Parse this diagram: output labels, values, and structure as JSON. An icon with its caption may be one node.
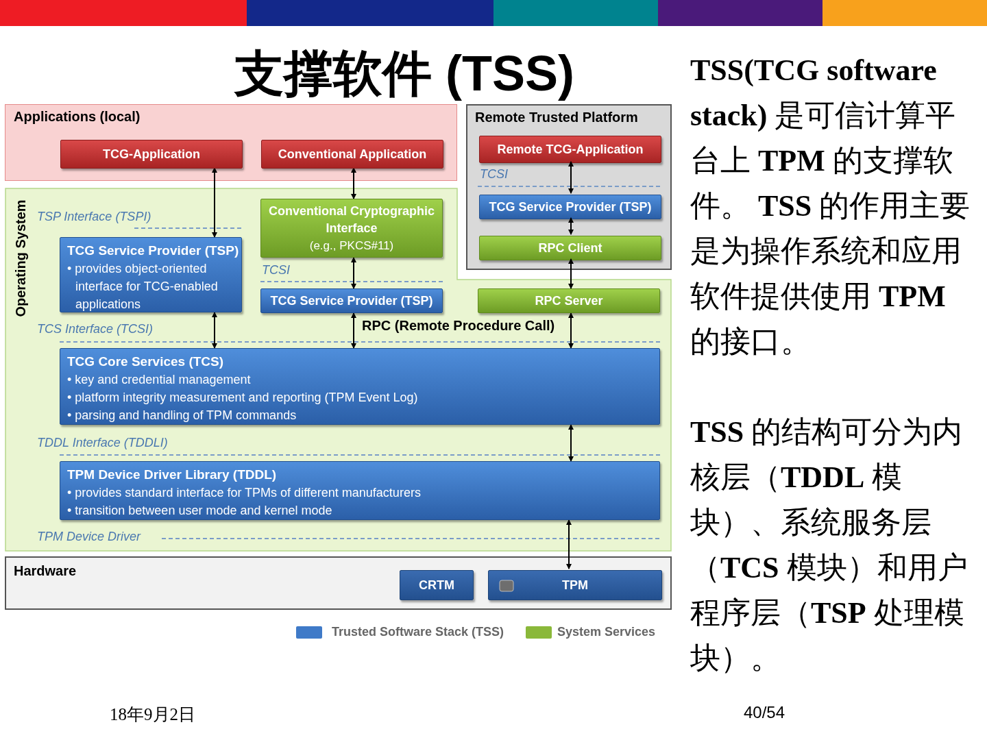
{
  "diagram": {
    "title": "支撑软件 (TSS)",
    "nodes": [
      {
        "text": [
          "Applications (local)"
        ]
      },
      {
        "text": [
          "TCG-Application"
        ],
        "in": 0
      },
      {
        "text": [
          "Conventional Application"
        ],
        "in": 0
      },
      {
        "text": [
          "Remote Trusted Platform"
        ]
      },
      {
        "text": [
          "Remote TCG-Application"
        ],
        "in": 3
      },
      {
        "text": [
          "TCG Service Provider (TSP)"
        ],
        "in": 3
      },
      {
        "text": [
          "RPC Client"
        ],
        "in": 3
      },
      {
        "text": [
          "Operating System"
        ]
      },
      {
        "text": [
          "TCG Service Provider (TSP)",
          "• provides object-oriented interface for TCG-enabled applications"
        ],
        "in": 7
      },
      {
        "text": [
          "Conventional Cryptographic Interface",
          "(e.g., PKCS#11)"
        ],
        "in": 7
      },
      {
        "text": [
          "TCG Service Provider (TSP)"
        ],
        "in": 7
      },
      {
        "text": [
          "RPC Server"
        ],
        "in": 7
      },
      {
        "text": [
          "TCG Core Services (TCS)",
          "• key and credential management",
          "• platform integrity measurement and reporting (TPM Event Log)",
          "• parsing and handling of TPM commands"
        ],
        "in": 7
      },
      {
        "text": [
          "TPM Device Driver Library (TDDL)",
          "• provides standard interface for TPMs of different manufacturers",
          "• transition between user mode and kernel mode"
        ],
        "in": 7
      },
      {
        "text": [
          "Hardware"
        ]
      },
      {
        "text": [
          "CRTM"
        ],
        "in": 14
      },
      {
        "text": [
          "TPM"
        ],
        "in": 14
      }
    ],
    "edges": [
      {
        "from": 1,
        "to": 8,
        "arrow": "both"
      },
      {
        "from": 2,
        "to": 9,
        "arrow": "both"
      },
      {
        "from": 9,
        "to": 10,
        "arrow": "both"
      },
      {
        "from": 4,
        "to": 5,
        "arrow": "both"
      },
      {
        "from": 5,
        "to": 6,
        "arrow": "both"
      },
      {
        "from": 6,
        "to": 11,
        "arrow": "both"
      },
      {
        "from": 8,
        "to": 12,
        "arrow": "both"
      },
      {
        "from": 10,
        "to": 12,
        "arrow": "both"
      },
      {
        "from": 11,
        "to": 12,
        "arrow": "both"
      },
      {
        "from": 12,
        "to": 13,
        "arrow": "both"
      },
      {
        "from": 13,
        "to": 16,
        "arrow": "both"
      }
    ],
    "labels": [
      "TSP Interface (TSPI)",
      "TCSI",
      "TCSI",
      "TCS Interface (TCSI)",
      "RPC (Remote Procedure Call)",
      "TDDL Interface (TDDLI)",
      "TPM Device Driver",
      "**TSS(TCG software stack)** 是可信计算平台上 **TPM** 的支撑软件。 **TSS** 的作用主要是为操作系统和应用软件提供使用 **TPM** 的接口。",
      "**TSS** 的结构可分为内核层（**TDDL** 模块）、系统服务层（**TCS** 模块）和用户程序层（**TSP** 处理模块）。",
      "18年9月2日",
      "40/54"
    ],
    "legend": [
      {
        "text": "Trusted Software Stack (TSS)",
        "color": "#3f7ac8"
      },
      {
        "text": "System Services",
        "color": "#8ab83a"
      }
    ]
  }
}
